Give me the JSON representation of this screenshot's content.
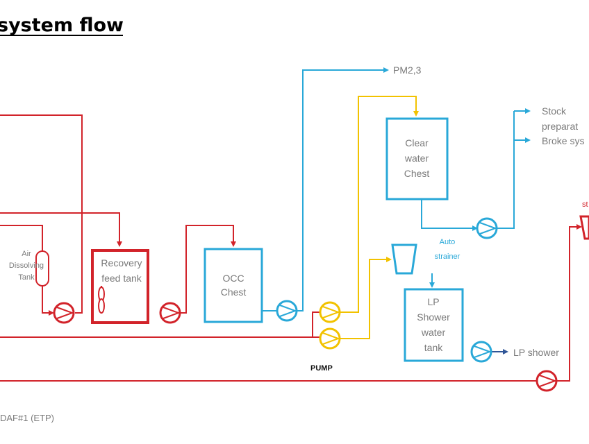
{
  "title": "system flow",
  "colors": {
    "red": "#d2232a",
    "blue": "#29a8d8",
    "yellow": "#f2c200",
    "gray_text": "#7a7a7a",
    "dark_blue": "#2f5597"
  },
  "tanks": {
    "air_dissolving": {
      "line1": "Air",
      "line2": "Dissolving",
      "line3": "Tank"
    },
    "recovery_feed": {
      "line1": "Recovery",
      "line2": "feed tank"
    },
    "occ_chest": {
      "line1": "OCC",
      "line2": "Chest"
    },
    "clear_water": {
      "line1": "Clear",
      "line2": "water",
      "line3": "Chest"
    },
    "lp_shower_water": {
      "line1": "LP",
      "line2": "Shower",
      "line3": "water",
      "line4": "tank"
    },
    "auto_strainer": {
      "line1": "Auto",
      "line2": "strainer"
    }
  },
  "labels": {
    "pm": "PM2,3",
    "stock_1": "Stock",
    "stock_2": "preparat",
    "broke": "Broke sys",
    "lp_shower": "LP shower",
    "pump": "PUMP",
    "daf": "DAF#1 (ETP)",
    "edge_fragment": "st"
  },
  "icons": {
    "pump": "pump-icon",
    "arrow": "arrow-head-icon",
    "agitator": "agitator-icon",
    "strainer": "strainer-icon"
  }
}
